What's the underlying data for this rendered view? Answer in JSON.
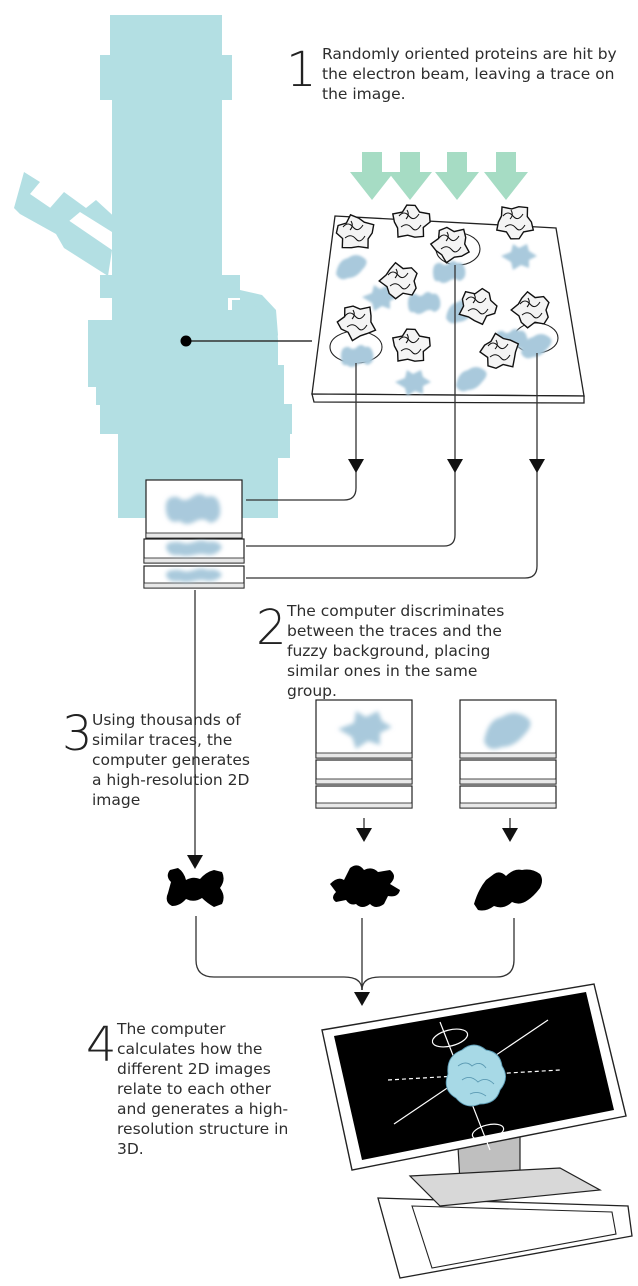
{
  "steps": [
    {
      "number": "1",
      "text": "Randomly oriented proteins are hit by the electron beam, leaving a trace on the image."
    },
    {
      "number": "2",
      "text": "The computer discriminates between the traces and the fuzzy background, placing similar ones in the same group."
    },
    {
      "number": "3",
      "text": "Using thousands of similar traces, the computer generates a high-resolution 2D image"
    },
    {
      "number": "4",
      "text": "The computer calculates how the different 2D images relate to each other and generates a high-resolution structure in 3D."
    }
  ],
  "colors": {
    "microscope": "#b3dfe3",
    "beam": "#a6dcc4",
    "trace": "#a9c9dc",
    "ink": "#111111",
    "line": "#333333"
  },
  "icons": [
    "electron-microscope-icon",
    "electron-beam-arrow-icon",
    "protein-particle-icon",
    "trace-image-card-icon",
    "2d-class-average-icon",
    "monitor-3d-structure-icon"
  ]
}
